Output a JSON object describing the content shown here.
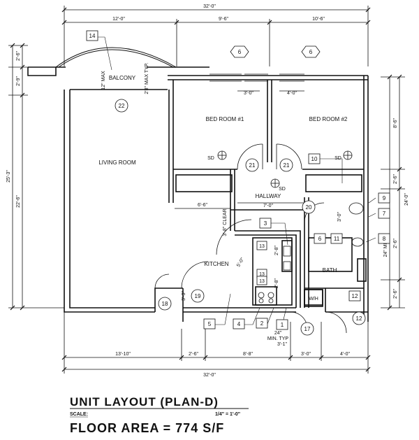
{
  "dims": {
    "top_total": "32'-0\"",
    "top_a": "12'-0\"",
    "top_b": "9'-6\"",
    "top_c": "10'-6\"",
    "bottom_total": "32'-0\"",
    "bottom_a": "13'-10\"",
    "bottom_b": "2'-6\"",
    "bottom_c": "8'-8\"",
    "bottom_d": "3'-0\"",
    "bottom_e": "4'-0\"",
    "left_total": "25'-3\"",
    "left_a": "2'-6\"",
    "left_b": "2'-9\"",
    "left_c": "22'-6\"",
    "right_total": "24'-0\"",
    "right_a": "8'-6\"",
    "right_b": "2'-6\"",
    "right_c": "2'-6\"",
    "right_d": "2'-6\"",
    "right_min": "24\" MIN",
    "opening_1": "3'-0\"",
    "opening_2": "4'-0\"",
    "hall_width": "7'-0\"",
    "living_closet": "6'-6\"",
    "clear": "3'-8\" CLEAR",
    "balcony_max": "12\" MAX",
    "balcony_typ": "2'8\" MAX TYP.",
    "kitchen_arc": "5'-0\"",
    "min_typ_a": "24\"",
    "min_typ_b": "MIN. TYP",
    "bath_dim_a": "3'-1\"",
    "dim_small_1": "2'-8\"",
    "dim_small_2": "2'-8\"",
    "dim_small_3": "3'-0\"",
    "dim_small_4": "3'-3\""
  },
  "rooms": {
    "balcony": "BALCONY",
    "living": "LIVING ROOM",
    "bed1": "BED ROOM #1",
    "bed2": "BED ROOM #2",
    "hallway": "HALLWAY",
    "kitchen": "KITCHEN",
    "bath": "BATH",
    "wh": "W/H",
    "sd": "SD"
  },
  "tags": {
    "t14": "14",
    "t6a": "6",
    "t6b": "6",
    "t22": "22",
    "t21a": "21",
    "t21b": "21",
    "t10": "10",
    "t20": "20",
    "t3": "3",
    "t6c": "6",
    "t11": "11",
    "t9": "9",
    "t7": "7",
    "t8": "8",
    "t12a": "12",
    "t12b": "12",
    "t19": "19",
    "t18": "18",
    "t17": "17",
    "t5": "5",
    "t4": "4",
    "t2": "2",
    "t1": "1",
    "t13a": "13",
    "t13b": "13",
    "t13c": "13"
  },
  "titles": {
    "unit": "UNIT LAYOUT (PLAN-D)",
    "scale_label": "SCALE:",
    "scale_value": "1/4\" = 1'-0\"",
    "floor_area": "FLOOR AREA = 774 S/F"
  }
}
